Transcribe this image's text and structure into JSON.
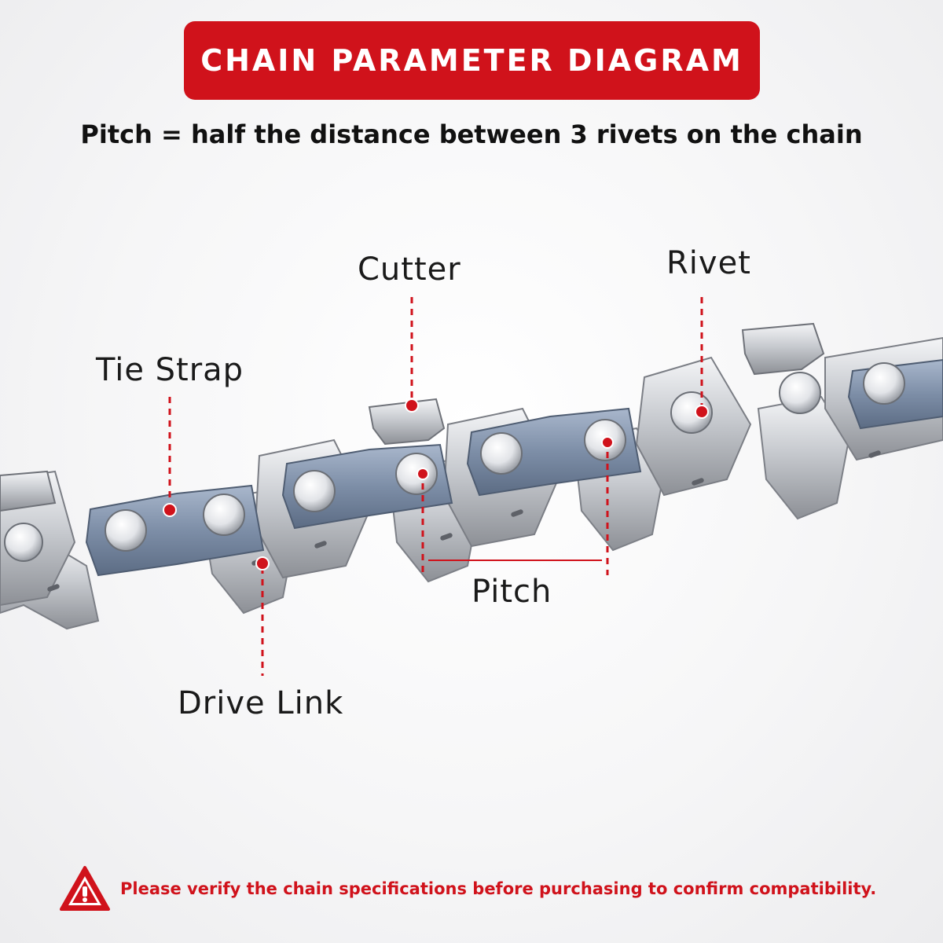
{
  "colors": {
    "accent": "#d0121b",
    "rivet_link": "#7f8fa6",
    "steel": "#c9ccd1"
  },
  "header": {
    "title": "CHAIN PARAMETER DIAGRAM",
    "subtitle": "Pitch = half the distance between 3 rivets on the chain"
  },
  "labels": {
    "cutter": "Cutter",
    "rivet": "Rivet",
    "tie_strap": "Tie Strap",
    "pitch": "Pitch",
    "drive_link": "Drive Link"
  },
  "footer": {
    "icon": "warning-icon",
    "text": "Please verify the chain specifications before purchasing to confirm compatibility."
  }
}
